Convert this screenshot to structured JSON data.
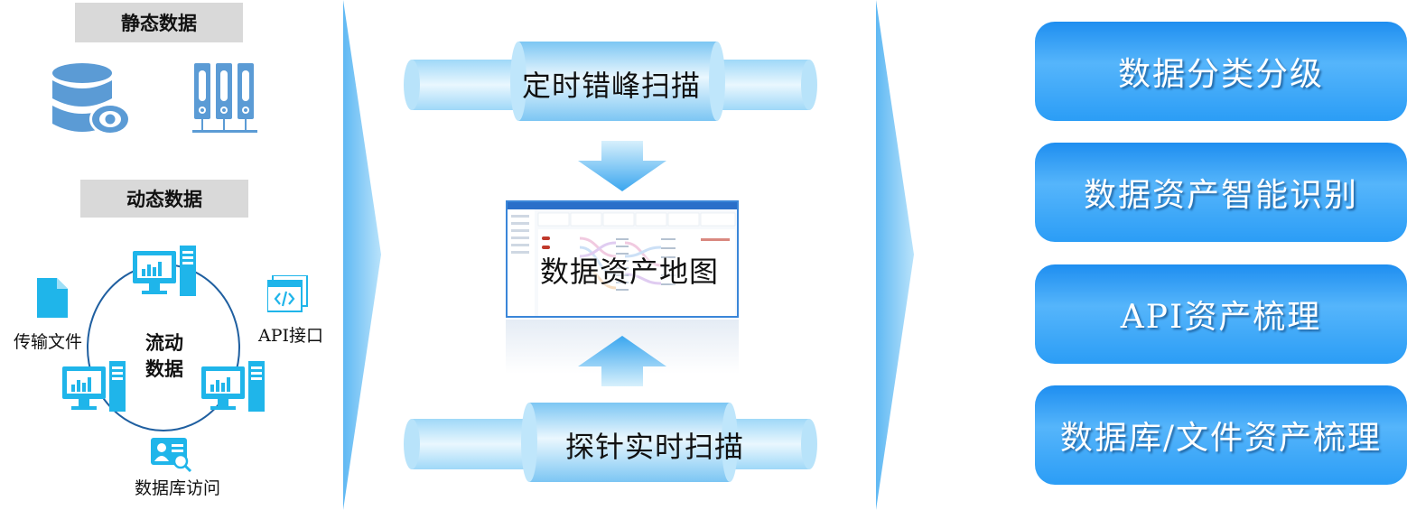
{
  "left": {
    "static_title": "静态数据",
    "dynamic_title": "动态数据",
    "circle_label_line1": "流动",
    "circle_label_line2": "数据",
    "file_label": "传输文件",
    "api_label": "API接口",
    "db_access_label": "数据库访问"
  },
  "middle": {
    "top_pipe_label": "定时错峰扫描",
    "bottom_pipe_label": "探针实时扫描",
    "map_label": "数据资产地图"
  },
  "right": {
    "items": [
      {
        "label": "数据分类分级"
      },
      {
        "label": "数据资产智能识别"
      },
      {
        "label": "API资产梳理"
      },
      {
        "label": "数据库/文件资产梳理"
      }
    ]
  },
  "colors": {
    "icon_blue": "#5b9bd5",
    "accent_cyan": "#1fb5ea",
    "button_blue": "#2b9df6",
    "arrow_blue": "#8fd0f7",
    "gray_label_bg": "#d9d9d9"
  }
}
